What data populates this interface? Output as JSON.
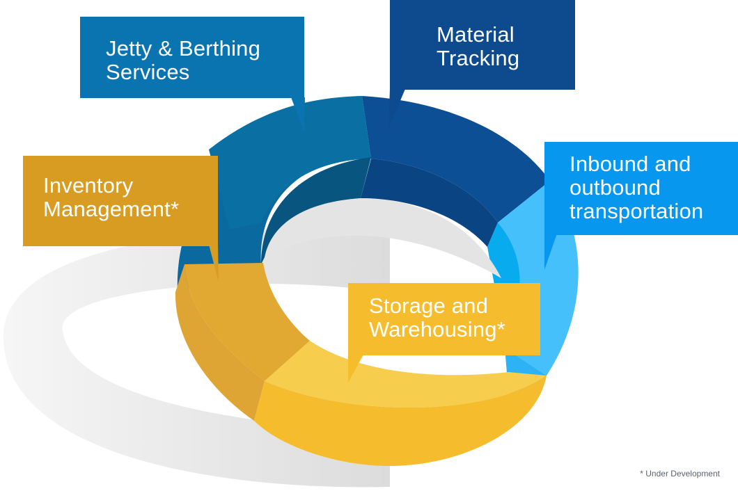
{
  "diagram": {
    "segments": [
      {
        "id": "jetty",
        "label_lines": [
          "Jetty & Berthing",
          "Services"
        ],
        "color": "#0a74b0"
      },
      {
        "id": "material",
        "label_lines": [
          "Material",
          "Tracking"
        ],
        "color": "#0e4a8e"
      },
      {
        "id": "inbound",
        "label_lines": [
          "Inbound and",
          "outbound",
          "transportation"
        ],
        "color": "#0897ee"
      },
      {
        "id": "storage",
        "label_lines": [
          "Storage and",
          "Warehousing*"
        ],
        "color": "#f5bd2e"
      },
      {
        "id": "inventory",
        "label_lines": [
          "Inventory",
          "Management*"
        ],
        "color": "#d89c22"
      }
    ],
    "footnote": "* Under Development"
  }
}
